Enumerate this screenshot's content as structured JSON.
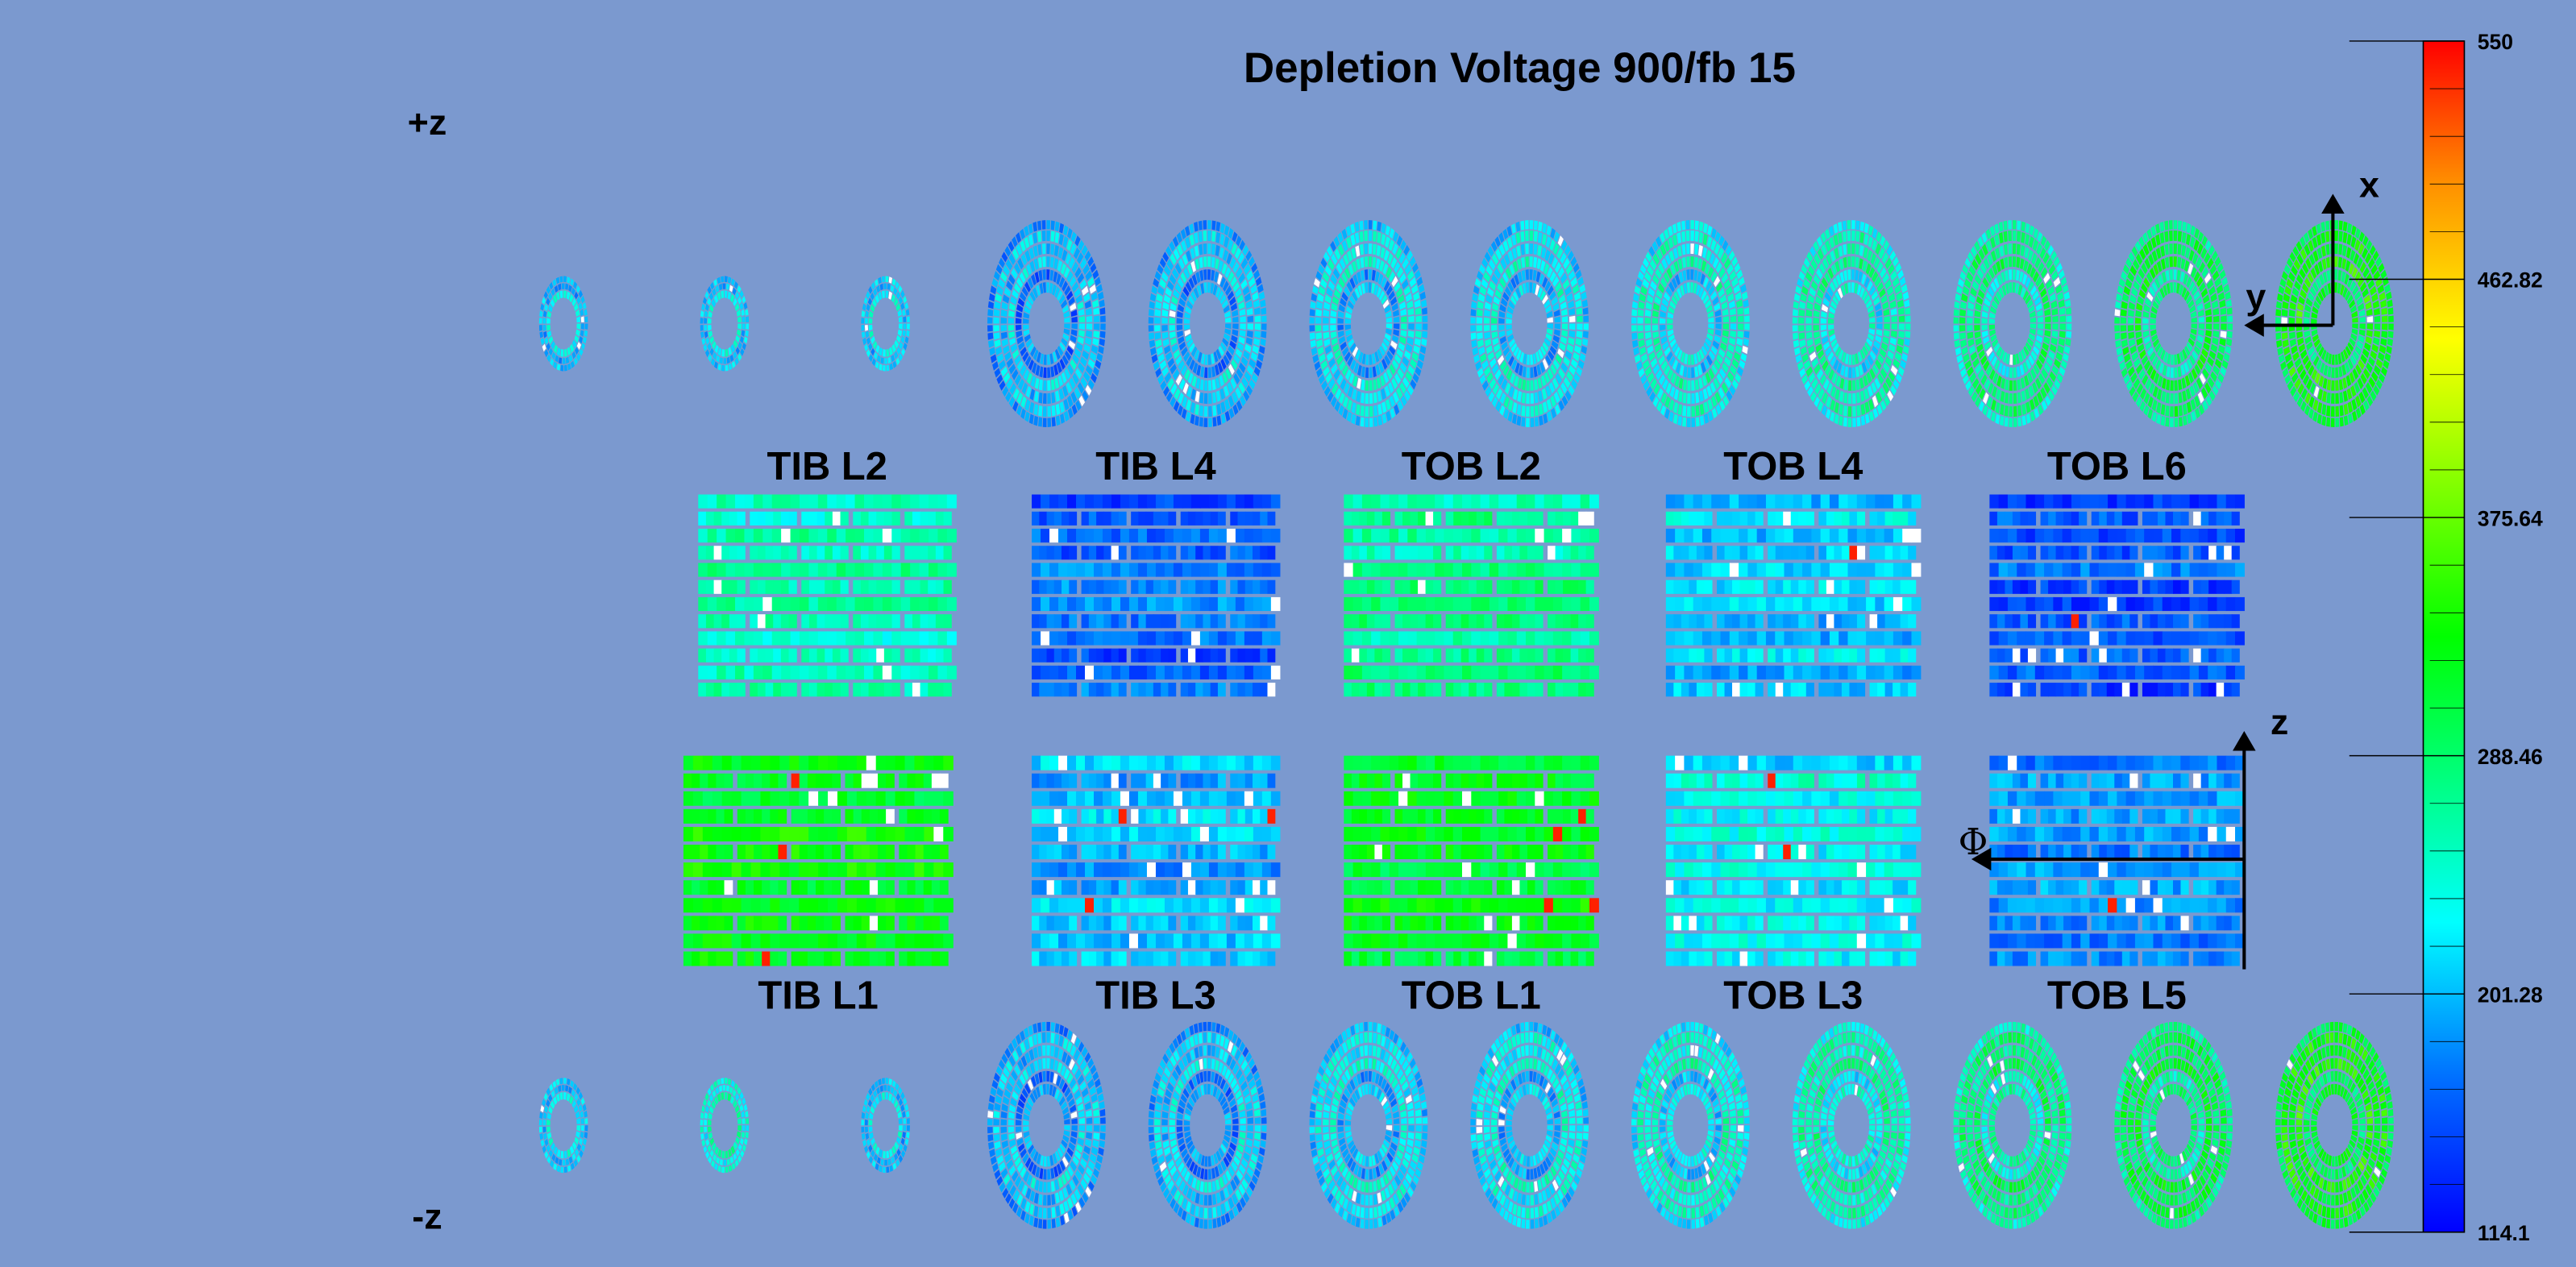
{
  "chart_data": {
    "type": "heatmap",
    "title": "Depletion Voltage 900/fb 15",
    "side_labels": {
      "plus_z": "+z",
      "minus_z": "-z"
    },
    "colorbar": {
      "min": 114.1,
      "max": 550,
      "ticks": [
        "550",
        "462.82",
        "375.64",
        "288.46",
        "201.28",
        "114.1"
      ],
      "tick_values": [
        550,
        462.82,
        375.64,
        288.46,
        201.28,
        114.1
      ],
      "colors": [
        "#0000ff",
        "#00ffff",
        "#00ff00",
        "#ffff00",
        "#ff0000"
      ]
    },
    "disc_axes": {
      "x": "x",
      "y": "y"
    },
    "barrel_axes": {
      "z": "z",
      "phi": "Φ"
    },
    "discs_plus_z": [
      {
        "kind": "TID",
        "approx_mean": 215
      },
      {
        "kind": "TID",
        "approx_mean": 220
      },
      {
        "kind": "TID",
        "approx_mean": 220
      },
      {
        "kind": "TEC",
        "approx_mean": 205
      },
      {
        "kind": "TEC",
        "approx_mean": 210
      },
      {
        "kind": "TEC",
        "approx_mean": 225
      },
      {
        "kind": "TEC",
        "approx_mean": 230
      },
      {
        "kind": "TEC",
        "approx_mean": 245
      },
      {
        "kind": "TEC",
        "approx_mean": 260
      },
      {
        "kind": "TEC",
        "approx_mean": 280
      },
      {
        "kind": "TEC",
        "approx_mean": 300
      },
      {
        "kind": "TEC",
        "approx_mean": 330
      }
    ],
    "discs_minus_z": [
      {
        "kind": "TID",
        "approx_mean": 220
      },
      {
        "kind": "TID",
        "approx_mean": 250
      },
      {
        "kind": "TID",
        "approx_mean": 215
      },
      {
        "kind": "TEC",
        "approx_mean": 205
      },
      {
        "kind": "TEC",
        "approx_mean": 210
      },
      {
        "kind": "TEC",
        "approx_mean": 225
      },
      {
        "kind": "TEC",
        "approx_mean": 230
      },
      {
        "kind": "TEC",
        "approx_mean": 245
      },
      {
        "kind": "TEC",
        "approx_mean": 260
      },
      {
        "kind": "TEC",
        "approx_mean": 280
      },
      {
        "kind": "TEC",
        "approx_mean": 300
      },
      {
        "kind": "TEC",
        "approx_mean": 330
      }
    ],
    "barrel_layers_top": [
      {
        "label": "TIB L2",
        "approx_mean": 255,
        "rows": 12
      },
      {
        "label": "TIB L4",
        "approx_mean": 165,
        "rows": 12
      },
      {
        "label": "TOB L2",
        "approx_mean": 275,
        "rows": 12
      },
      {
        "label": "TOB L4",
        "approx_mean": 210,
        "rows": 12
      },
      {
        "label": "TOB L6",
        "approx_mean": 160,
        "rows": 12
      }
    ],
    "barrel_layers_bottom": [
      {
        "label": "TIB L1",
        "approx_mean": 330,
        "rows": 12
      },
      {
        "label": "TIB L3",
        "approx_mean": 200,
        "rows": 12
      },
      {
        "label": "TOB L1",
        "approx_mean": 320,
        "rows": 12
      },
      {
        "label": "TOB L3",
        "approx_mean": 230,
        "rows": 12
      },
      {
        "label": "TOB L5",
        "approx_mean": 180,
        "rows": 12
      }
    ]
  }
}
